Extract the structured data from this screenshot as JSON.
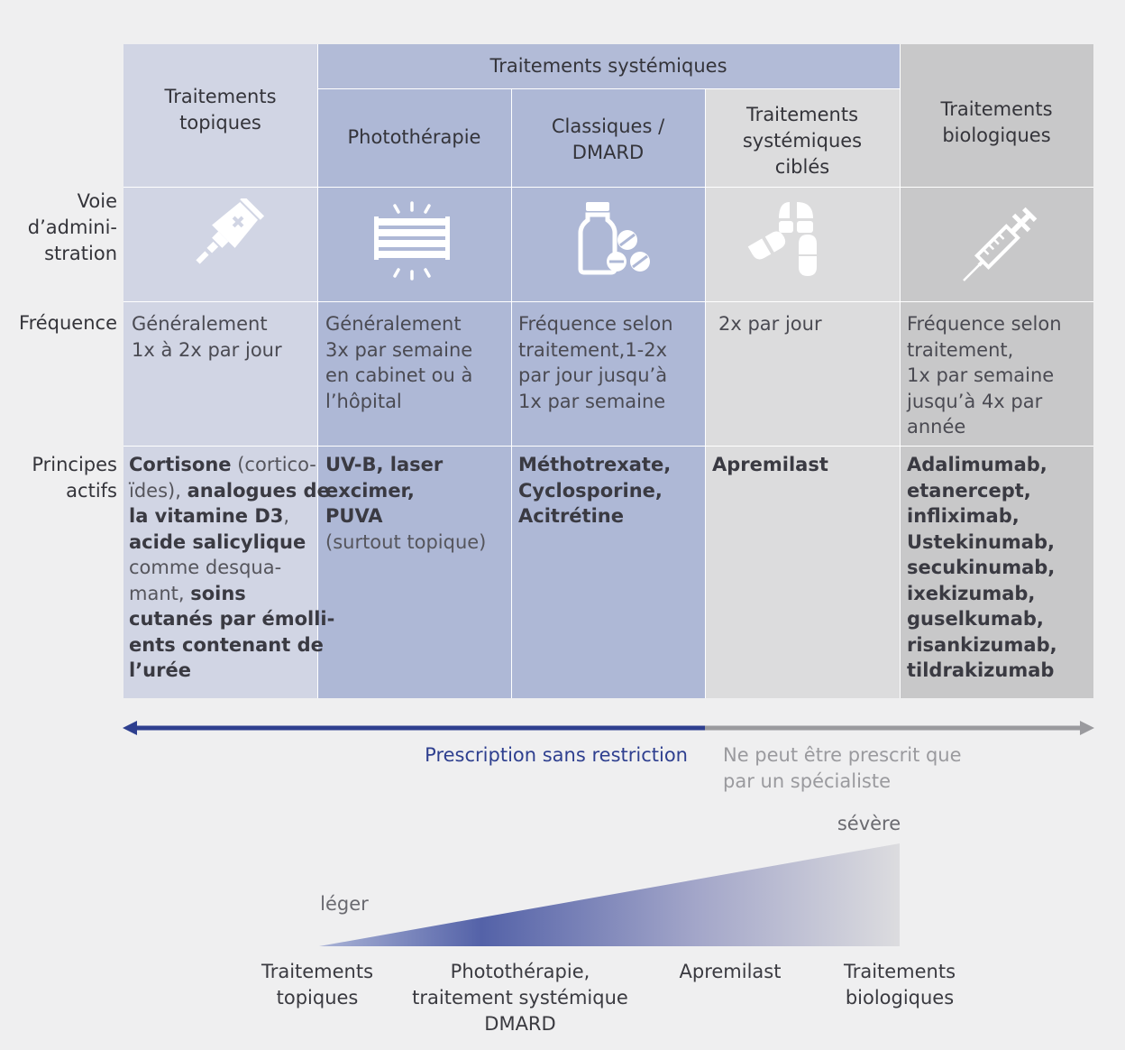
{
  "columns": {
    "topiques": "Traitements\ntopiques",
    "systemic_group": "Traitements systémiques",
    "phototherapie": "Photothérapie",
    "classiques": "Classiques /\nDMARD",
    "cibles": "Traitements\nsystémiques\nciblés",
    "biologiques": "Traitements\nbiologiques"
  },
  "row_labels": {
    "voie": "Voie\nd’admini-\nstration",
    "frequence": "Fréquence",
    "principes": "Principes\nactifs"
  },
  "icons": {
    "topiques": "ointment-tube-icon",
    "phototherapie": "uv-lamp-icon",
    "classiques": "pill-bottle-icon",
    "cibles": "capsules-icon",
    "biologiques": "syringe-icon"
  },
  "frequence": {
    "topiques": "Généralement\n 1x à 2x par jour",
    "phototherapie": "Généralement\n3x par semaine\nen cabinet ou à\nl’hôpital",
    "classiques": "Fréquence selon\ntraitement,1-2x\npar jour jusqu’à\n1x par semaine",
    "cibles": "2x par jour",
    "biologiques": "Fréquence selon\ntraitement,\n1x par semaine\njusqu’à 4x par\nannée"
  },
  "principes": {
    "topiques": [
      {
        "t": "Cortisone",
        "b": true
      },
      {
        "t": " (cortico-\nïdes), ",
        "b": false
      },
      {
        "t": "analogues de\nla vitamine D3",
        "b": true
      },
      {
        "t": ",\n",
        "b": false
      },
      {
        "t": "acide salicylique",
        "b": true
      },
      {
        "t": "\ncomme desqua-\nmant, ",
        "b": false
      },
      {
        "t": "soins\ncutanés par émolli-\nents contenant de\nl’urée",
        "b": true
      }
    ],
    "phototherapie": [
      {
        "t": "UV-B, laser\nexcimer,\nPUVA",
        "b": true
      },
      {
        "t": "\n(surtout topique)",
        "b": false
      }
    ],
    "classiques": [
      {
        "t": "Méthotrexate,\nCyclosporine,\nAcitrétine",
        "b": true
      }
    ],
    "cibles": [
      {
        "t": "Apremilast",
        "b": true
      }
    ],
    "biologiques": [
      {
        "t": "Adalimumab,\netanercept,\ninfliximab,\nUstekinumab,\nsecukinumab,\nixekizumab,\nguselkumab,\nrisankizumab,\ntildrakizumab",
        "b": true
      }
    ]
  },
  "arrow": {
    "left_label": "Prescription sans restriction",
    "right_label": "Ne peut être prescrit que\npar un spécialiste",
    "left_color": "#2e3f8f",
    "right_color": "#9a9a9e"
  },
  "severity": {
    "low_label": "léger",
    "high_label": "sévère",
    "axis_labels": {
      "a": "Traitements\ntopiques",
      "b": "Photothérapie,\ntraitement systémique\nDMARD",
      "c": "Apremilast",
      "d": "Traitements\nbiologiques"
    }
  },
  "colors": {
    "topiques_bg": "#d1d5e4",
    "systemic_bg": "#aeb8d6",
    "cibles_bg": "#dcdcdd",
    "bio_bg": "#c8c8c9",
    "icon_white": "#ffffff"
  }
}
